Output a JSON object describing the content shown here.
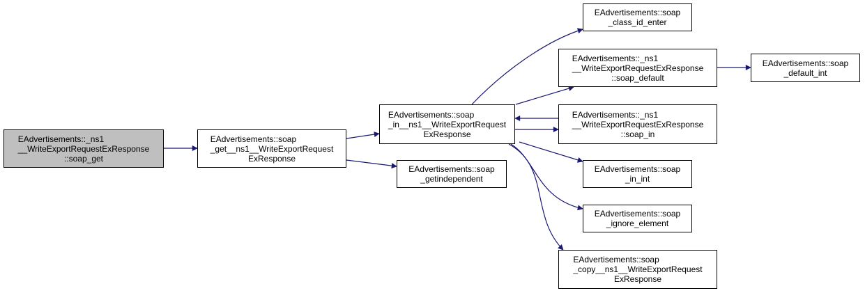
{
  "diagram": {
    "type": "call-graph",
    "edge_color": "#191970",
    "root_fill": "#bfbfbf",
    "nodes": [
      {
        "id": "n0",
        "role": "root",
        "lines": [
          "EAdvertisements::_ns1",
          "__WriteExportRequestExResponse",
          "::soap_get"
        ]
      },
      {
        "id": "n1",
        "lines": [
          "EAdvertisements::soap",
          "_get__ns1__WriteExportRequest",
          "ExResponse"
        ]
      },
      {
        "id": "n2",
        "lines": [
          "EAdvertisements::soap",
          "_in__ns1__WriteExportRequest",
          "ExResponse"
        ]
      },
      {
        "id": "n3",
        "lines": [
          "EAdvertisements::soap",
          "_getindependent"
        ]
      },
      {
        "id": "n4",
        "lines": [
          "EAdvertisements::soap",
          "_class_id_enter"
        ]
      },
      {
        "id": "n5",
        "lines": [
          "EAdvertisements::_ns1",
          "__WriteExportRequestExResponse",
          "::soap_default"
        ]
      },
      {
        "id": "n6",
        "lines": [
          "EAdvertisements::soap",
          "_default_int"
        ]
      },
      {
        "id": "n7",
        "lines": [
          "EAdvertisements::_ns1",
          "__WriteExportRequestExResponse",
          "::soap_in"
        ]
      },
      {
        "id": "n8",
        "lines": [
          "EAdvertisements::soap",
          "_in_int"
        ]
      },
      {
        "id": "n9",
        "lines": [
          "EAdvertisements::soap",
          "_ignore_element"
        ]
      },
      {
        "id": "n10",
        "lines": [
          "EAdvertisements::soap",
          "_copy__ns1__WriteExportRequest",
          "ExResponse"
        ]
      }
    ],
    "edges": [
      {
        "from": "n0",
        "to": "n1"
      },
      {
        "from": "n1",
        "to": "n2"
      },
      {
        "from": "n1",
        "to": "n3"
      },
      {
        "from": "n2",
        "to": "n4"
      },
      {
        "from": "n2",
        "to": "n5"
      },
      {
        "from": "n5",
        "to": "n6"
      },
      {
        "from": "n2",
        "to": "n7"
      },
      {
        "from": "n7",
        "to": "n2"
      },
      {
        "from": "n2",
        "to": "n8"
      },
      {
        "from": "n2",
        "to": "n9"
      },
      {
        "from": "n2",
        "to": "n10"
      }
    ]
  }
}
